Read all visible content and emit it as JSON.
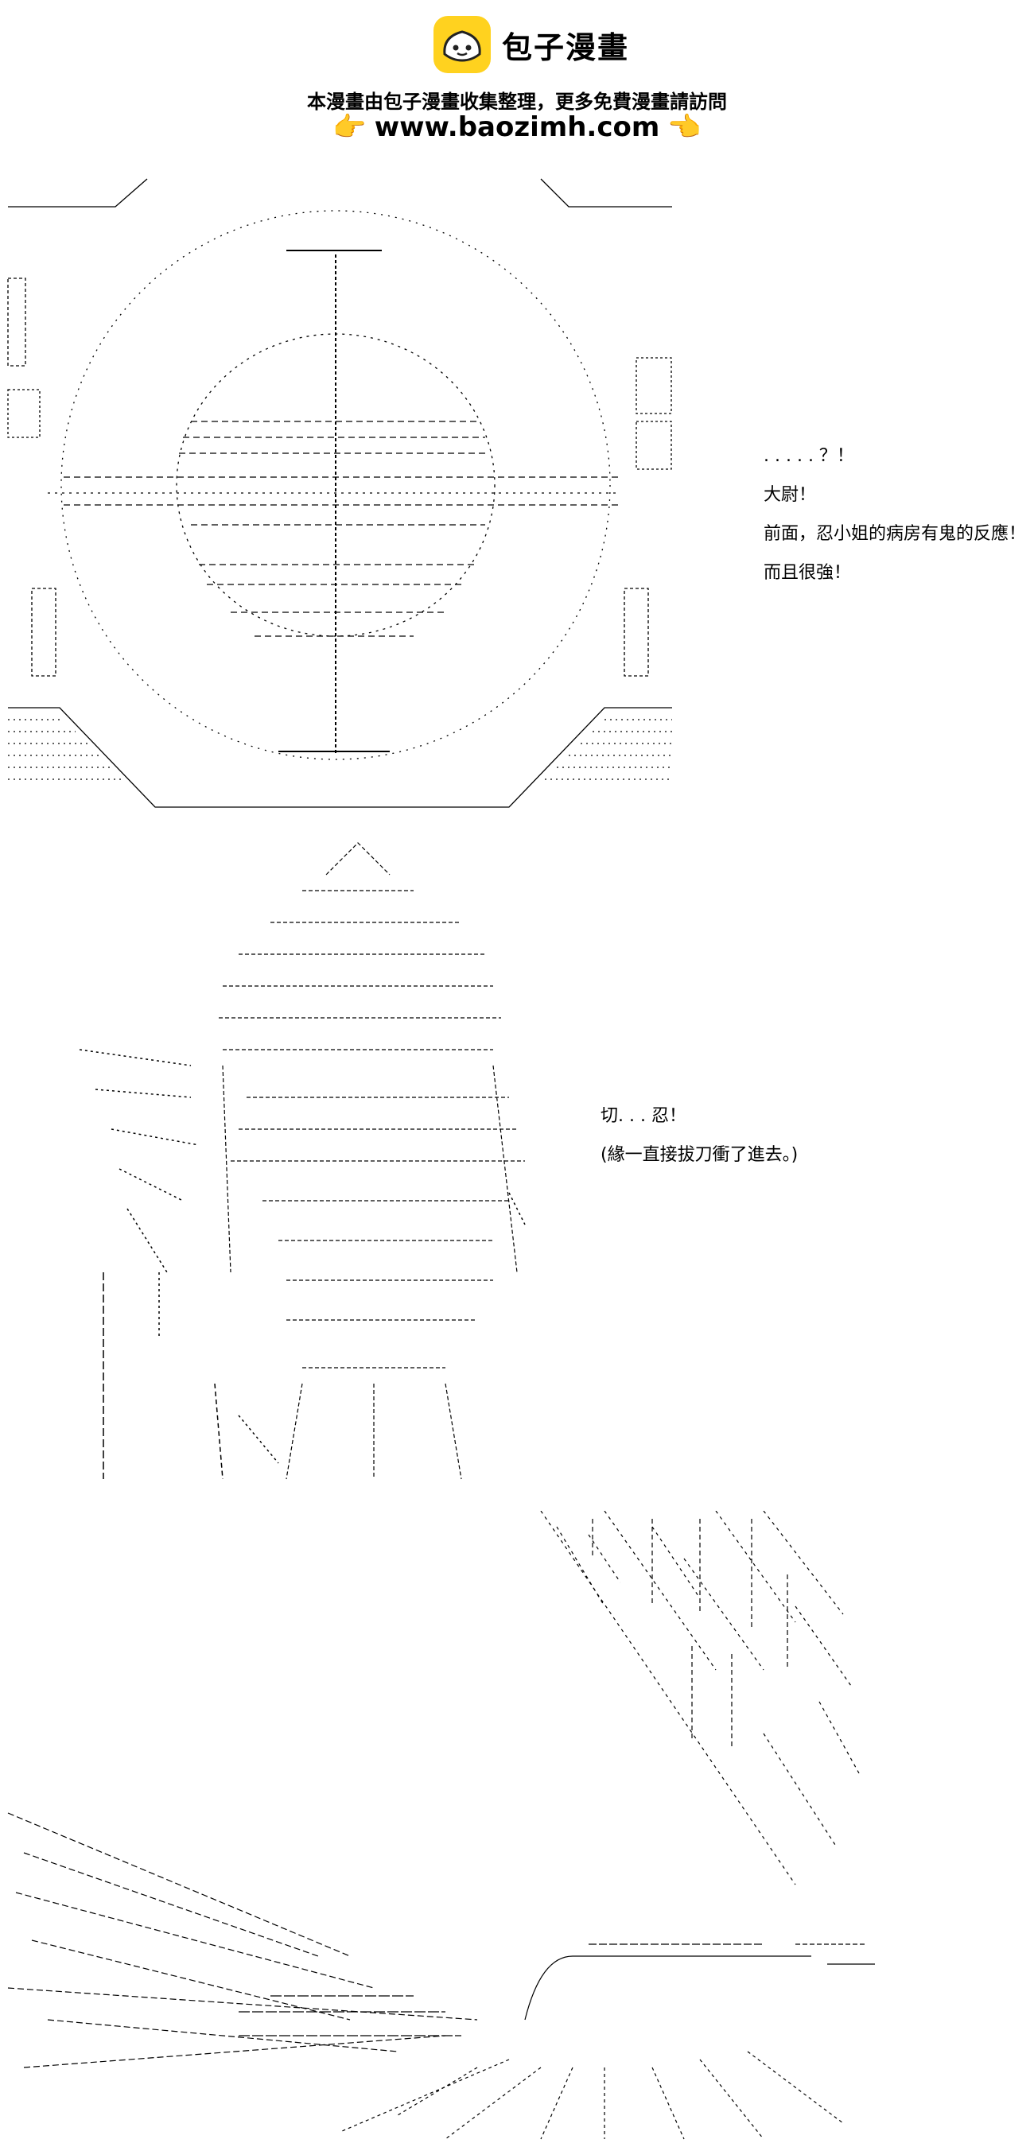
{
  "header": {
    "logo_text": "包子漫畫",
    "tagline": "本漫畫由包子漫畫收集整理，更多免費漫畫請訪問",
    "url": "www.baozimh.com",
    "hand_left": "👉",
    "hand_right": "👈",
    "brand_color": "#ffd21f"
  },
  "panel1": {
    "lines": [
      ". . . . . ？！",
      "大尉！",
      "前面，忍小姐的病房有鬼的反應！",
      "而且很強！"
    ]
  },
  "panel2": {
    "lines": [
      "切. . . 忍！",
      "(緣一直接拔刀衝了進去。)"
    ]
  }
}
